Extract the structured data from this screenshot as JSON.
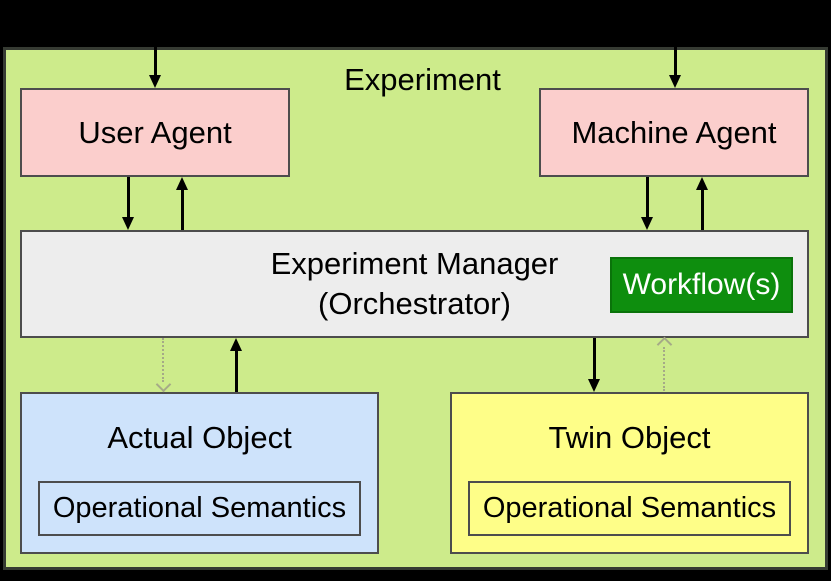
{
  "diagram": {
    "container_label": "Experiment",
    "nodes": {
      "user_agent": "User Agent",
      "machine_agent": "Machine Agent",
      "manager_line1": "Experiment Manager",
      "manager_line2": "(Orchestrator)",
      "workflow": "Workflow(s)",
      "actual_object": "Actual Object",
      "actual_inner": "Operational Semantics",
      "twin_object": "Twin Object",
      "twin_inner": "Operational Semantics"
    },
    "colors": {
      "container_fill": "#cdeb8b",
      "container_border": "#363b33",
      "agent_fill": "#fbcecc",
      "manager_fill": "#ededed",
      "workflow_fill": "#0e8e0e",
      "workflow_border": "#0a730a",
      "workflow_text": "#ffffff",
      "actual_fill": "#cee3fb",
      "twin_fill": "#fefe88",
      "node_border": "#4d4d4d",
      "arrow_solid": "#000000",
      "arrow_dotted": "#a5aa87",
      "background": "#000000"
    }
  }
}
